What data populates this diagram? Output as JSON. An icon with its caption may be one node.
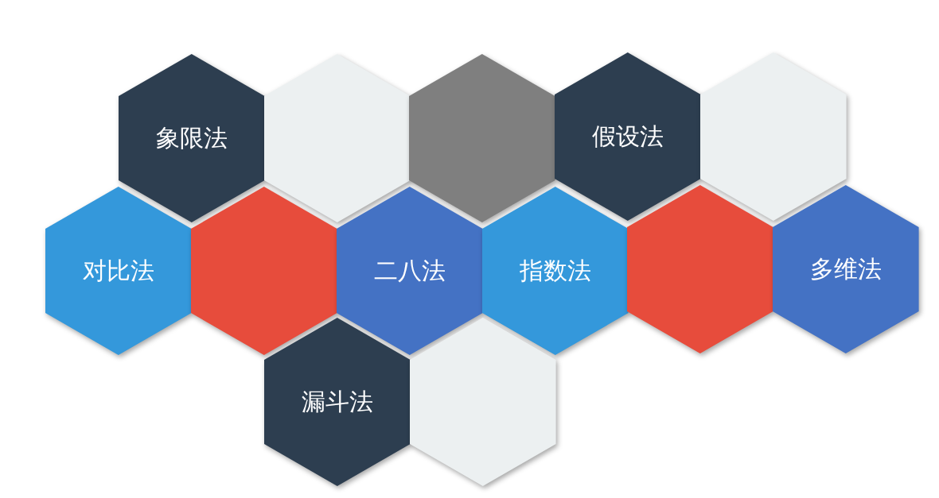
{
  "diagram": {
    "nodes": [
      {
        "text": [
          "象限法"
        ]
      },
      {
        "text": [],
        "shape": "hexagon"
      },
      {
        "text": [],
        "shape": "hexagon"
      },
      {
        "text": [
          "假设法"
        ]
      },
      {
        "text": [],
        "shape": "hexagon"
      },
      {
        "text": [
          "对比法"
        ]
      },
      {
        "text": [],
        "shape": "hexagon"
      },
      {
        "text": [
          "二八法"
        ]
      },
      {
        "text": [
          "指数法"
        ]
      },
      {
        "text": [],
        "shape": "hexagon"
      },
      {
        "text": [
          "多维法"
        ]
      },
      {
        "text": [
          "漏斗法"
        ]
      },
      {
        "text": [],
        "shape": "hexagon"
      }
    ]
  }
}
